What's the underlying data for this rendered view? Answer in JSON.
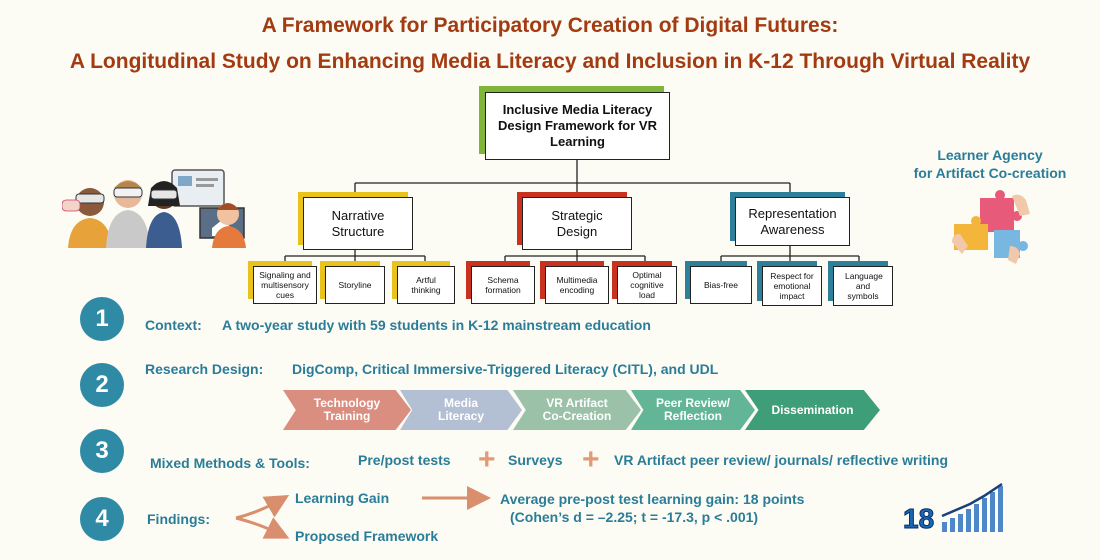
{
  "title_line1": "A Framework for Participatory Creation of Digital Futures:",
  "title_line2": "A Longitudinal Study on Enhancing Media Literacy and Inclusion in K-12 Through Virtual Reality",
  "framework": {
    "root": "Inclusive Media Literacy Design Framework for VR Learning",
    "branches": [
      {
        "label": "Narrative Structure",
        "leaves": [
          "Signaling and multisensory cues",
          "Storyline",
          "Artful thinking"
        ]
      },
      {
        "label": "Strategic Design",
        "leaves": [
          "Schema formation",
          "Multimedia encoding",
          "Optimal cognitive load"
        ]
      },
      {
        "label": "Representation Awareness",
        "leaves": [
          "Bias-free",
          "Respect for emotional impact",
          "Language and symbols"
        ]
      }
    ]
  },
  "agency": {
    "line1": "Learner Agency",
    "line2": "for Artifact Co-creation"
  },
  "steps": {
    "n1": "1",
    "n2": "2",
    "n3": "3",
    "n4": "4",
    "context_label": "Context:",
    "context_text": "A two-year study with 59 students in K-12 mainstream education",
    "design_label": "Research Design:",
    "design_text": "DigComp, Critical Immersive-Triggered Literacy (CITL), and UDL",
    "methods_label": "Mixed Methods & Tools:",
    "method_a": "Pre/post tests",
    "method_b": "Surveys",
    "method_c": "VR Artifact peer review/  journals/  reflective writing",
    "plus": "+",
    "findings_label": "Findings:",
    "finding_a": "Learning Gain",
    "finding_b": "Proposed Framework",
    "gain_line1": "Average pre-post test learning gain: 18 points",
    "gain_line2": "(Cohen’s d = –2.25; t = -17.3, p < .001)",
    "badge_number": "18"
  },
  "process": [
    "Technology Training",
    "Media Literacy",
    "VR Artifact Co-Creation",
    "Peer Review/ Reflection",
    "Dissemination"
  ],
  "colors": {
    "title": "#a33b12",
    "teal": "#2a7d99",
    "circle": "#2e8aa5",
    "yellow": "#e9c21c",
    "red": "#c8321e",
    "blue": "#2e7f9a",
    "green": "#7fb539"
  }
}
